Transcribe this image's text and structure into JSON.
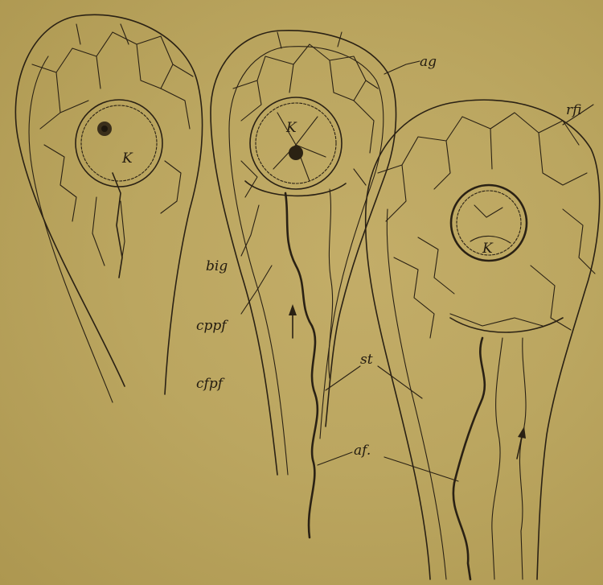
{
  "labels": {
    "ag": "ag",
    "rfi": "rfi",
    "k_left": "K",
    "k_middle": "K",
    "k_right": "K",
    "big": "big",
    "cppf": "cppf",
    "cfpf": "cfpf",
    "st": "st",
    "af": "af."
  },
  "colors": {
    "paper": "#bba660",
    "ink": "#2a2114"
  }
}
